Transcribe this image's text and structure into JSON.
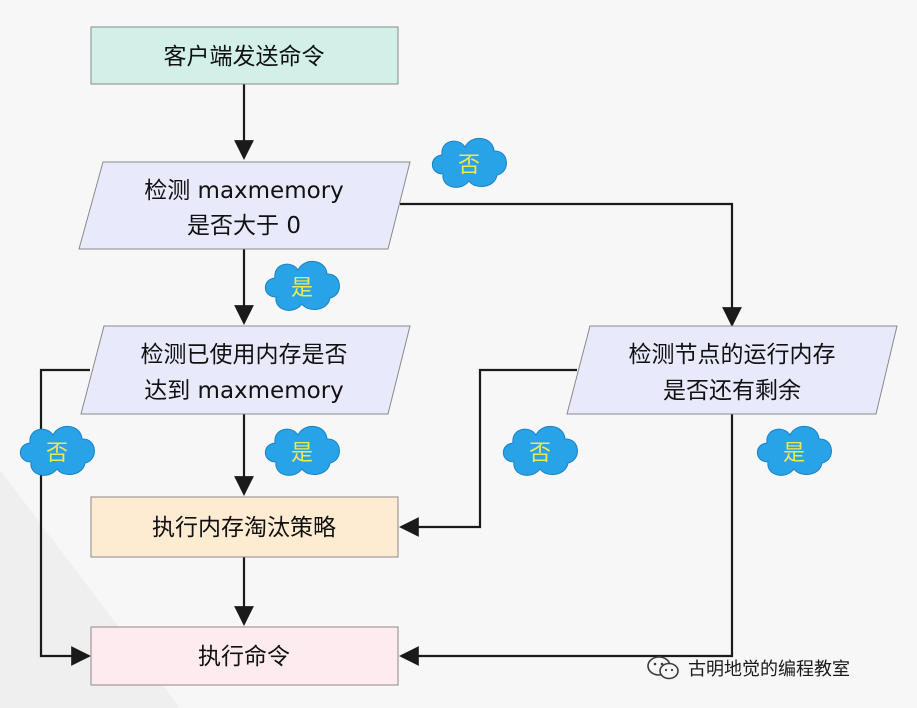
{
  "nodes": {
    "start": "客户端发送命令",
    "check_max_line1": "检测 maxmemory",
    "check_max_line2": "是否大于 0",
    "check_used_line1": "检测已使用内存是否",
    "check_used_line2": "达到 maxmemory",
    "check_node_line1": "检测节点的运行内存",
    "check_node_line2": "是否还有剩余",
    "evict": "执行内存淘汰策略",
    "execute": "执行命令"
  },
  "labels": {
    "yes": "是",
    "no": "否"
  },
  "watermark": "古明地觉的编程教室",
  "colors": {
    "start_fill": "#d3f0e8",
    "decision_fill": "#e8eafb",
    "evict_fill": "#fdebd2",
    "execute_fill": "#fdebef",
    "cloud_fill": "#29a3e8",
    "cloud_text": "#f2e84b"
  },
  "icons": [
    "wechat-icon"
  ]
}
